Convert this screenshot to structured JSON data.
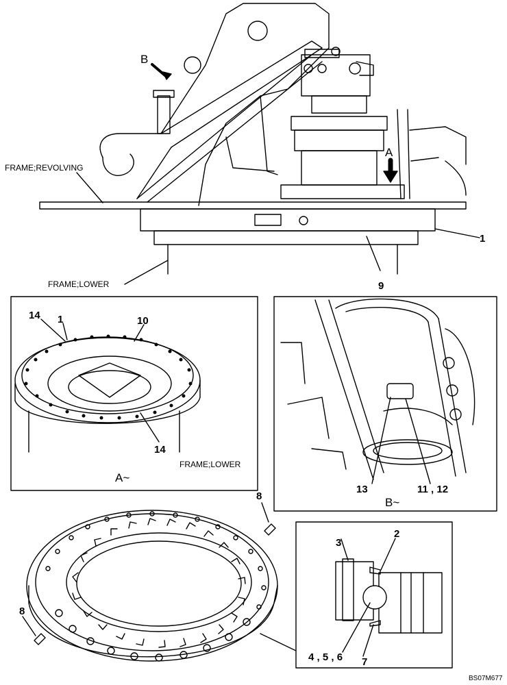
{
  "labels": {
    "frame_revolving": "FRAME;REVOLVING",
    "frame_lower_top": "FRAME;LOWER",
    "frame_lower_inset": "FRAME;LOWER",
    "arrow_a": "A",
    "arrow_b": "B",
    "view_a": "A~",
    "view_b": "B~",
    "drawing_code": "BS07M677"
  },
  "callouts": {
    "c1_main": "1",
    "c9": "9",
    "c14_top": "14",
    "c1_inset": "1",
    "c10": "10",
    "c14_bottom": "14",
    "c13": "13",
    "c11_12": "11 , 12",
    "c8_top": "8",
    "c8_left": "8",
    "c2": "2",
    "c3": "3",
    "c4_5_6": "4 , 5 , 6",
    "c7": "7"
  }
}
